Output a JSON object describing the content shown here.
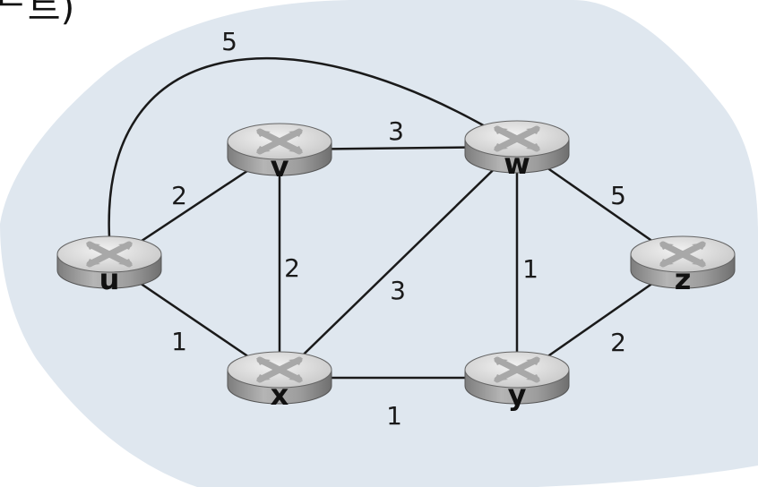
{
  "heading_fragment": "ᄃ트)",
  "colors": {
    "region": "#dfe7ef",
    "edge": "#1a1a1a",
    "router_top": "#d9d9d9",
    "router_side": "#9a9a9a",
    "router_cross": "#a8a8a8"
  },
  "nodes": [
    {
      "id": "u",
      "label": "u",
      "icon": "router-icon"
    },
    {
      "id": "v",
      "label": "v",
      "icon": "router-icon"
    },
    {
      "id": "w",
      "label": "w",
      "icon": "router-icon"
    },
    {
      "id": "x",
      "label": "x",
      "icon": "router-icon"
    },
    {
      "id": "y",
      "label": "y",
      "icon": "router-icon"
    },
    {
      "id": "z",
      "label": "z",
      "icon": "router-icon"
    }
  ],
  "edges": [
    {
      "from": "u",
      "to": "w",
      "cost": "5"
    },
    {
      "from": "u",
      "to": "v",
      "cost": "2"
    },
    {
      "from": "u",
      "to": "x",
      "cost": "1"
    },
    {
      "from": "v",
      "to": "w",
      "cost": "3"
    },
    {
      "from": "v",
      "to": "x",
      "cost": "2"
    },
    {
      "from": "x",
      "to": "w",
      "cost": "3"
    },
    {
      "from": "x",
      "to": "y",
      "cost": "1"
    },
    {
      "from": "w",
      "to": "y",
      "cost": "1"
    },
    {
      "from": "w",
      "to": "z",
      "cost": "5"
    },
    {
      "from": "y",
      "to": "z",
      "cost": "2"
    }
  ]
}
